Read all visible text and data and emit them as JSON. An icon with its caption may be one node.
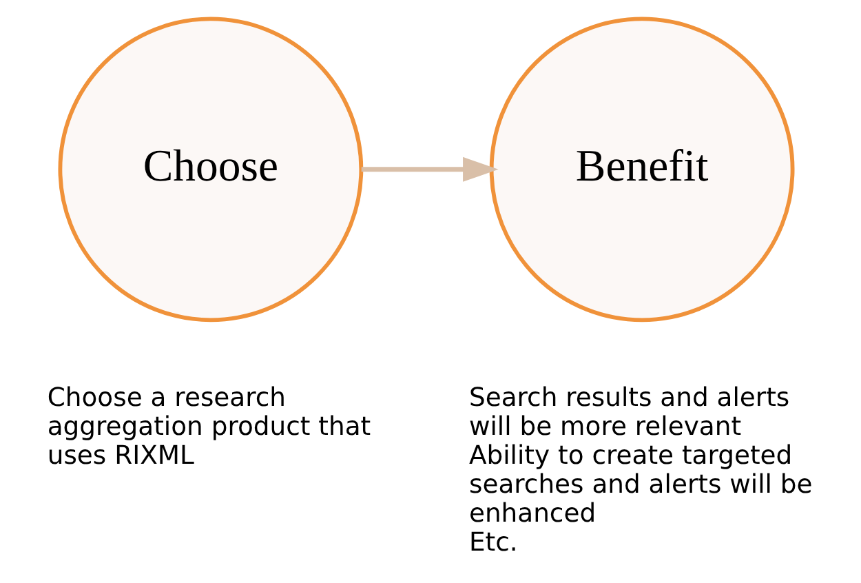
{
  "diagram": {
    "nodes": [
      {
        "text": [
          "Choose"
        ],
        "beside": [
          "Choose a research aggregation product that uses RIXML"
        ]
      },
      {
        "text": [
          "Benefit"
        ],
        "beside": [
          "Search results and alerts will be more relevant",
          "Ability to create targeted searches and alerts will be enhanced",
          "Etc."
        ]
      }
    ],
    "edges": [
      {
        "from": 0,
        "to": 1,
        "arrow": "to"
      }
    ]
  }
}
